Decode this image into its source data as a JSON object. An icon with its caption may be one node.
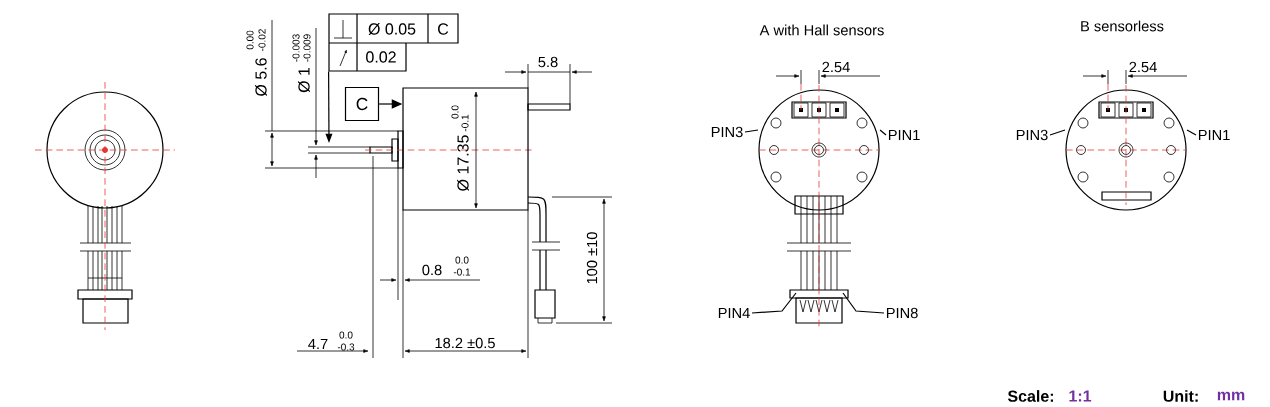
{
  "diagram": {
    "nodes": [
      {
        "text": [
          "C"
        ]
      },
      {
        "text": [],
        "shape": "box"
      },
      {
        "text": [
          "Ø 0.05",
          "C",
          "0.02"
        ]
      },
      {
        "text": [
          "PIN3"
        ]
      },
      {
        "text": [
          "PIN1"
        ]
      },
      {
        "text": [
          "PIN4"
        ]
      },
      {
        "text": [
          "PIN8"
        ]
      },
      {
        "text": [
          "PIN3"
        ]
      },
      {
        "text": [
          "PIN1"
        ]
      }
    ],
    "edges": [
      {
        "from": 0,
        "to": 1,
        "arrow": "to"
      },
      {
        "from": 2,
        "to": null,
        "arrow": "to"
      },
      {
        "from": 3,
        "to": null,
        "arrow": "none"
      },
      {
        "from": 4,
        "to": null,
        "arrow": "none"
      },
      {
        "from": 5,
        "to": null,
        "arrow": "none"
      },
      {
        "from": 6,
        "to": null,
        "arrow": "none"
      },
      {
        "from": 7,
        "to": null,
        "arrow": "none"
      },
      {
        "from": 8,
        "to": null,
        "arrow": "none"
      }
    ],
    "labels": [
      "Ø 5.6",
      "0.00",
      "-0.02",
      "Ø 1",
      "-0.003",
      "-0.009",
      "5.8",
      "0.0",
      "-0.1",
      "Ø 17.35",
      "100 ±10",
      "0.8",
      "0.0",
      "-0.1",
      "4.7",
      "0.0",
      "-0.3",
      "18.2 ±0.5",
      "A  with Hall sensors",
      "2.54",
      "B sensorless",
      "2.54",
      "Scale:",
      "1:1",
      "Unit:",
      "mm"
    ]
  }
}
